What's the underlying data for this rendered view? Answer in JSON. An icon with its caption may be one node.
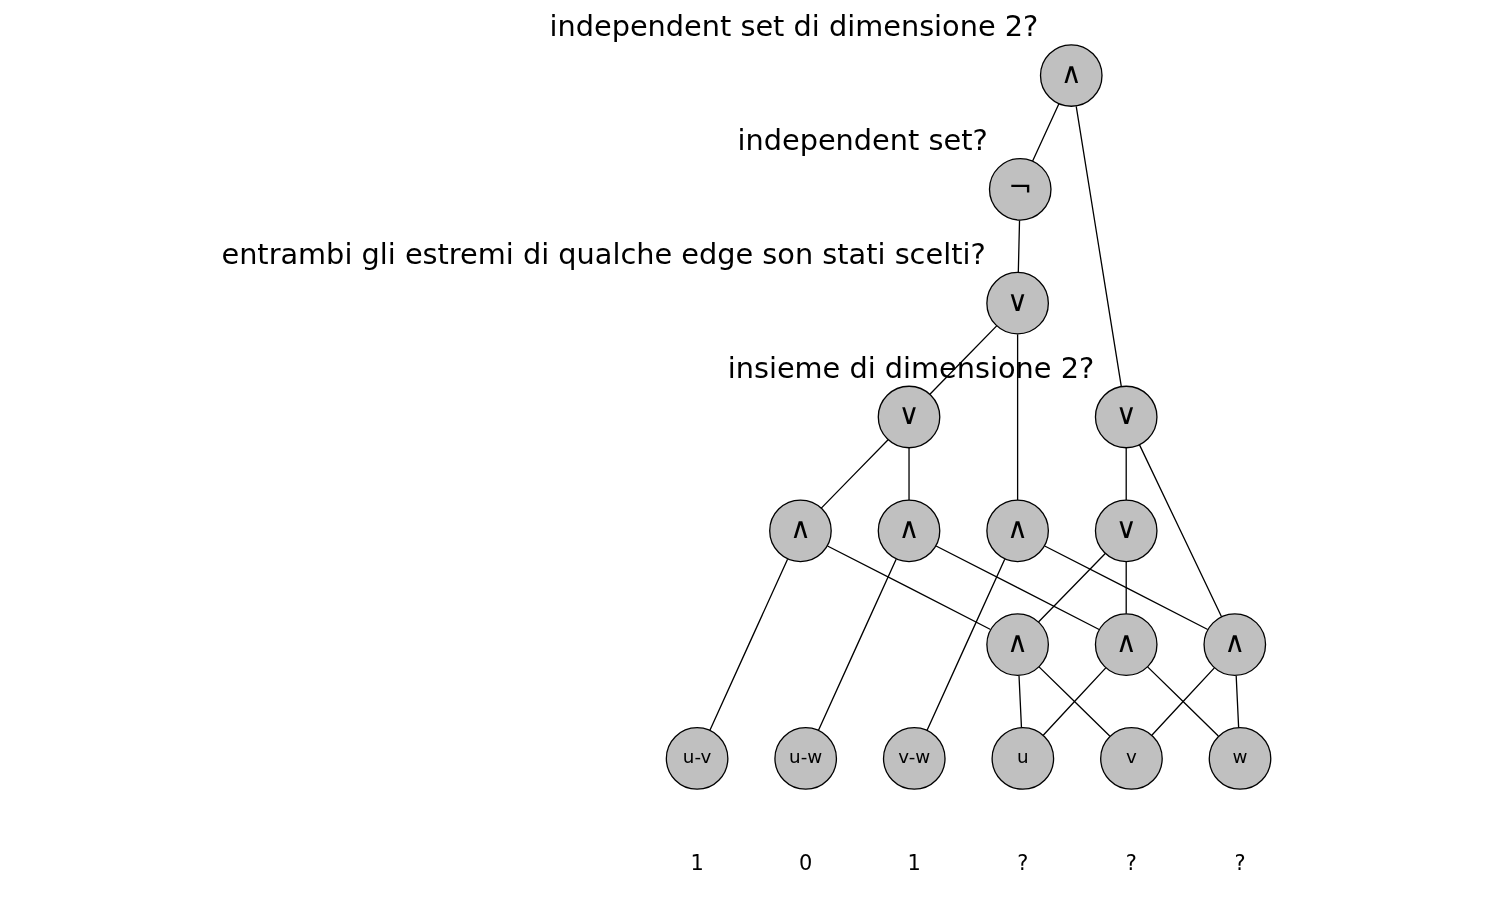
{
  "diagram": {
    "nodes": [
      {
        "text": [
          "∧"
        ],
        "beside": [
          "independent set di dimensione 2?"
        ]
      },
      {
        "text": [
          "¬"
        ],
        "beside": [
          "independent set?"
        ]
      },
      {
        "text": [
          "∨"
        ],
        "beside": [
          "entrambi gli estremi di qualche edge son stati scelti?"
        ]
      },
      {
        "text": [
          "∨"
        ]
      },
      {
        "text": [
          "∨"
        ],
        "beside": [
          "insieme di dimensione 2?"
        ]
      },
      {
        "text": [
          "∧"
        ]
      },
      {
        "text": [
          "∧"
        ]
      },
      {
        "text": [
          "∧"
        ]
      },
      {
        "text": [
          "∨"
        ]
      },
      {
        "text": [
          "∧"
        ]
      },
      {
        "text": [
          "∧"
        ]
      },
      {
        "text": [
          "∧"
        ]
      },
      {
        "text": [
          "u-v"
        ],
        "beside": [
          "1"
        ]
      },
      {
        "text": [
          "u-w"
        ],
        "beside": [
          "0"
        ]
      },
      {
        "text": [
          "v-w"
        ],
        "beside": [
          "1"
        ]
      },
      {
        "text": [
          "u"
        ],
        "beside": [
          "?"
        ]
      },
      {
        "text": [
          "v"
        ],
        "beside": [
          "?"
        ]
      },
      {
        "text": [
          "w"
        ],
        "beside": [
          "?"
        ]
      }
    ],
    "edges": [
      {
        "from": 0,
        "to": 1,
        "arrow": "none"
      },
      {
        "from": 0,
        "to": 4,
        "arrow": "none"
      },
      {
        "from": 1,
        "to": 2,
        "arrow": "none"
      },
      {
        "from": 2,
        "to": 3,
        "arrow": "none"
      },
      {
        "from": 2,
        "to": 7,
        "arrow": "none"
      },
      {
        "from": 3,
        "to": 5,
        "arrow": "none"
      },
      {
        "from": 3,
        "to": 6,
        "arrow": "none"
      },
      {
        "from": 4,
        "to": 8,
        "arrow": "none"
      },
      {
        "from": 4,
        "to": 11,
        "arrow": "none"
      },
      {
        "from": 8,
        "to": 9,
        "arrow": "none"
      },
      {
        "from": 8,
        "to": 10,
        "arrow": "none"
      },
      {
        "from": 5,
        "to": 12,
        "arrow": "none"
      },
      {
        "from": 5,
        "to": 9,
        "arrow": "none"
      },
      {
        "from": 6,
        "to": 13,
        "arrow": "none"
      },
      {
        "from": 6,
        "to": 10,
        "arrow": "none"
      },
      {
        "from": 7,
        "to": 14,
        "arrow": "none"
      },
      {
        "from": 7,
        "to": 11,
        "arrow": "none"
      },
      {
        "from": 9,
        "to": 15,
        "arrow": "none"
      },
      {
        "from": 9,
        "to": 16,
        "arrow": "none"
      },
      {
        "from": 10,
        "to": 15,
        "arrow": "none"
      },
      {
        "from": 10,
        "to": 17,
        "arrow": "none"
      },
      {
        "from": 11,
        "to": 16,
        "arrow": "none"
      },
      {
        "from": 11,
        "to": 17,
        "arrow": "none"
      }
    ]
  }
}
